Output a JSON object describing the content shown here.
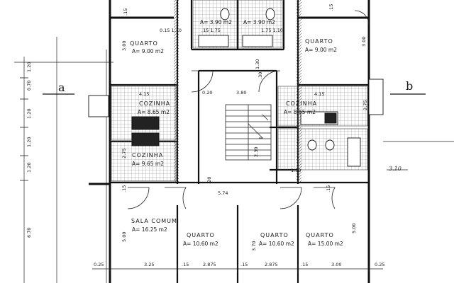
{
  "rooms": {
    "quarto_top_left": {
      "name": "QUARTO",
      "area": "A= 9.00 m2"
    },
    "quarto_top_right": {
      "name": "QUARTO",
      "area": "A= 9.00 m2"
    },
    "cozinha_left": {
      "name": "COZINHA",
      "area": "A= 8.65 m2"
    },
    "cozinha_right": {
      "name": "COZINHA",
      "area": "A= 8.65 m2"
    },
    "cozinha_lower": {
      "name": "COZINHA",
      "area": "A= 9.65 m2"
    },
    "wc_left": {
      "area": "A= 3.90 m2"
    },
    "wc_right": {
      "area": "A= 3.90 m2"
    },
    "sala_comum": {
      "name": "SALA COMUM",
      "area": "A= 16.25 m2"
    },
    "quarto_bottom_1": {
      "name": "QUARTO",
      "area": "A= 10.60 m2"
    },
    "quarto_bottom_2": {
      "name": "QUARTO",
      "area": "A= 10.60 m2"
    },
    "quarto_bottom_3": {
      "name": "QUARTO",
      "area": "A= 15.00 m2"
    }
  },
  "section_markers": {
    "a": "a",
    "b": "b"
  },
  "dimensions": {
    "bottom": [
      "0.25",
      "3.25",
      ".15",
      "2.875",
      ".15",
      "2.875",
      ".15",
      "3.00",
      "0.25"
    ],
    "left_vertical": [
      "1.20",
      "0.70",
      "1.20",
      "1.20",
      "1.20",
      "6.70"
    ],
    "stair_width": "3.80",
    "stair_side": "0.20",
    "landing": "5.74",
    "note_handwritten": "3.10",
    "height_quarto_top": "3.00",
    "height_sala": "5.00",
    "height_quarto_bottom": "3.70",
    "height_quarto_bottom_right": "5.00",
    "stair_len": "1.30",
    "stair_run": "2.30",
    "cozinha_h_left": "2.75",
    "cozinha_h_right": "2.75",
    "wc_dims_left": "0.15  1.10",
    "wc_dims_right": "1.75  1.10",
    "wc_sub": ".15 1.75",
    "misc_20": ".20",
    "misc_15": ".15",
    "misc_415": "4.15",
    "misc_150": "1.50",
    "misc_30": ".30"
  },
  "colors": {
    "ink": "#1a1a1a",
    "hatch": "#555555",
    "paper": "#ffffff"
  }
}
